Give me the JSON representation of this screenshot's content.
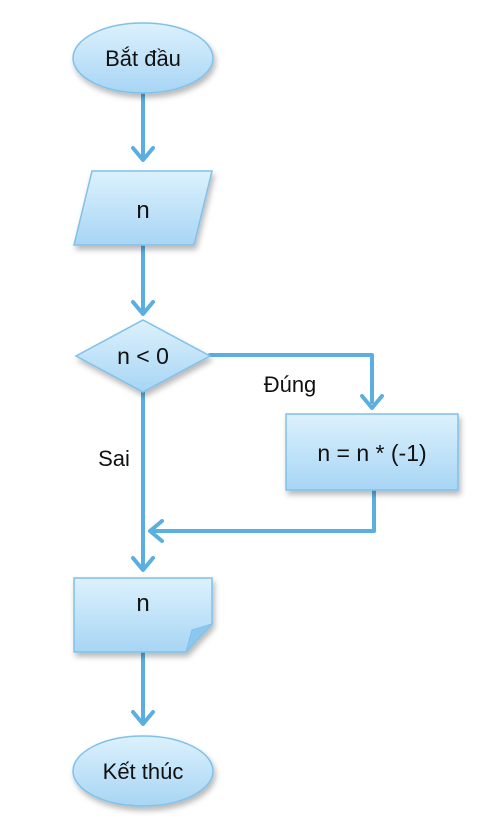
{
  "nodes": {
    "start": "Bắt đầu",
    "input": "n",
    "decision": "n < 0",
    "process": "n = n * (-1)",
    "output": "n",
    "end": "Kết thúc"
  },
  "edges": {
    "true_label": "Đúng",
    "false_label": "Sai"
  },
  "colors": {
    "line": "#5aaee0",
    "fill_top": "#d6eefc",
    "fill_bottom": "#a9d6f5",
    "stroke": "#7fc1ea"
  }
}
